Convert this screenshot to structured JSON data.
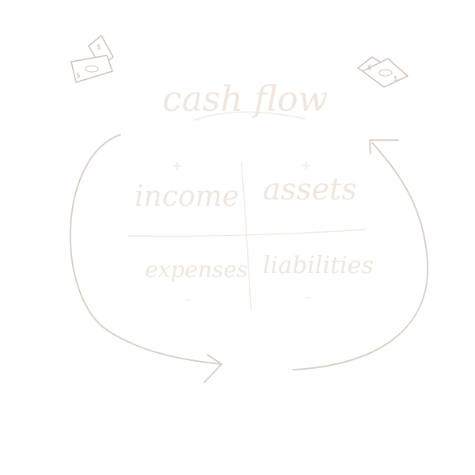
{
  "title": "cash flow",
  "quadrants": {
    "income": {
      "label": "income",
      "sign": "+"
    },
    "assets": {
      "label": "assets",
      "sign": "+"
    },
    "expenses": {
      "label": "expenses",
      "sign": "–"
    },
    "liabilities": {
      "label": "liabilities",
      "sign": "–"
    }
  },
  "money_symbol": "$",
  "colors": {
    "faint_text": "#f2e9e2",
    "arrows": "#d9cbc2",
    "bills": "#cfc0b6"
  }
}
